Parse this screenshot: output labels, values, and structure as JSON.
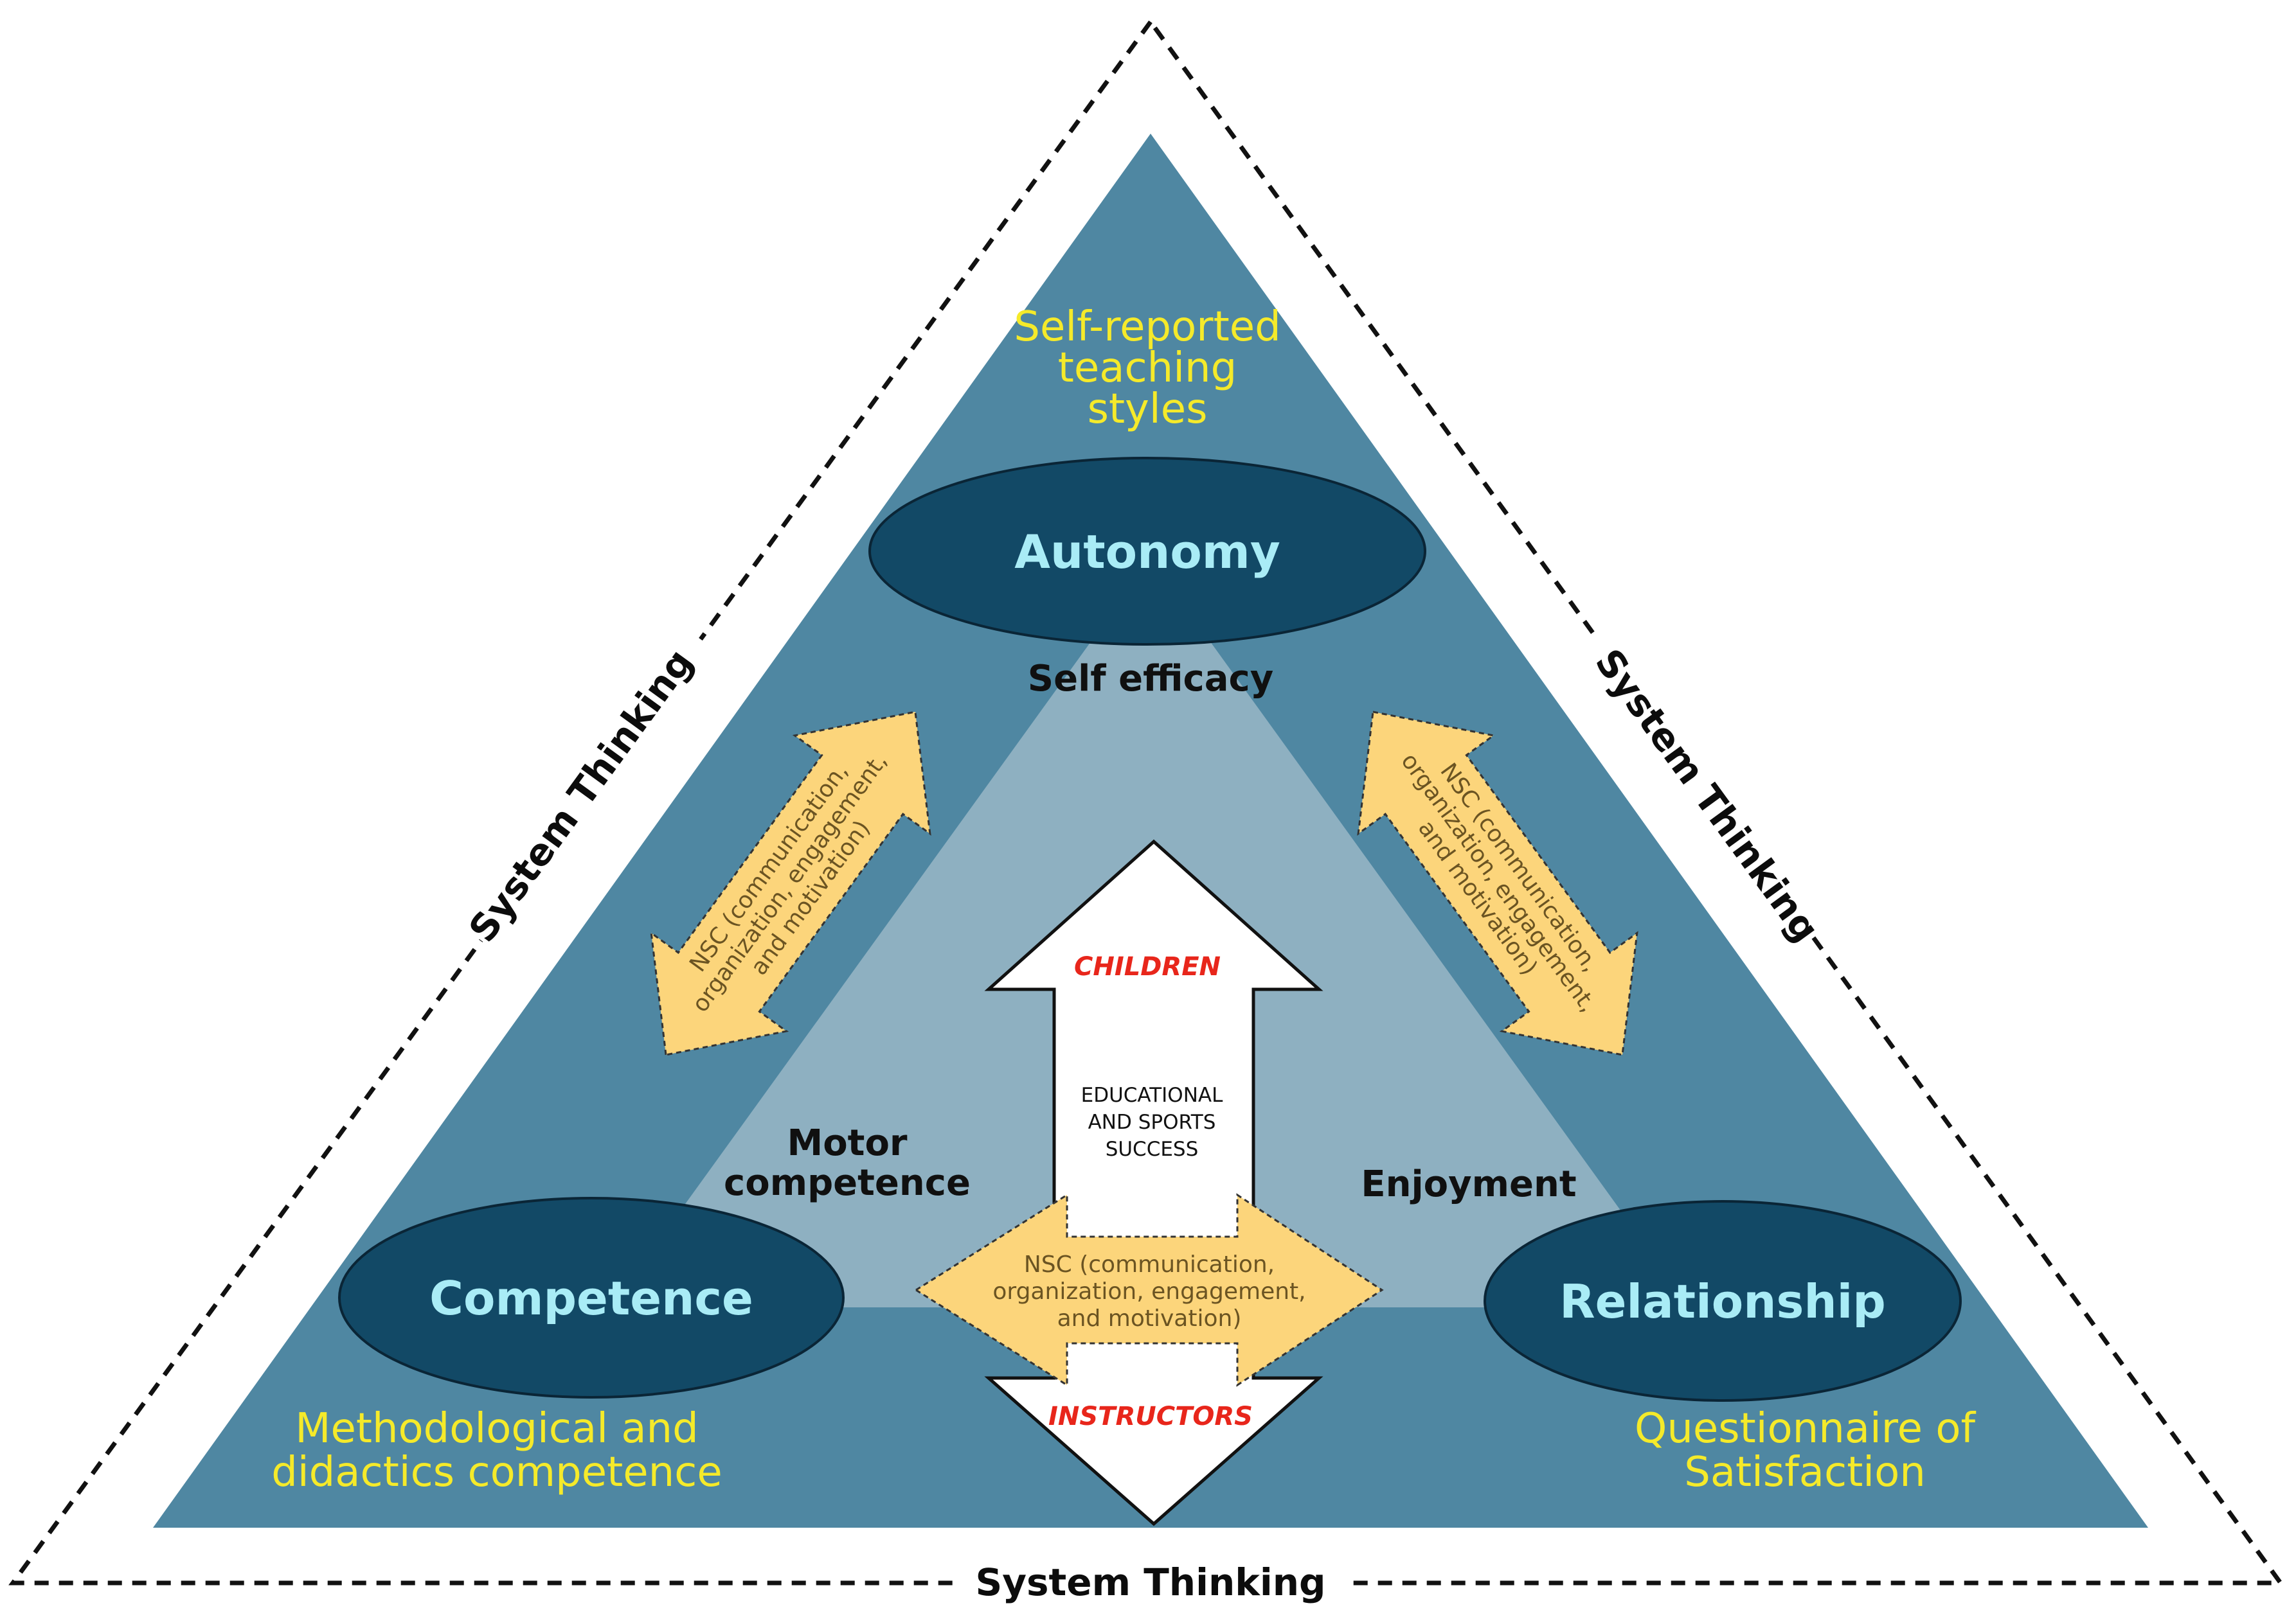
{
  "colors": {
    "outer_triangle": "#4f87a2",
    "inner_triangle": "#8eb0c1",
    "oval_fill": "#124966",
    "oval_text": "#a9ecf6",
    "measure_text": "#f5ea2a",
    "nsc_arrow": "#fcd57b",
    "role_text": "#e8261b"
  },
  "system_thinking": {
    "left": "System Thinking",
    "right": "System Thinking",
    "bottom": "System Thinking"
  },
  "needs": {
    "autonomy": "Autonomy",
    "competence": "Competence",
    "relationship": "Relationship"
  },
  "measures": {
    "autonomy": [
      "Self-reported",
      "teaching",
      "styles"
    ],
    "competence": [
      "Methodological and",
      "didactics competence"
    ],
    "relationship": [
      "Questionnaire of",
      "Satisfaction"
    ]
  },
  "outcomes": {
    "self_efficacy": "Self efficacy",
    "motor_competence": [
      "Motor",
      "competence"
    ],
    "enjoyment": "Enjoyment"
  },
  "nsc": [
    "NSC (communication,",
    "organization, engagement,",
    "and motivation)"
  ],
  "center_arrow": {
    "top_label": "CHILDREN",
    "middle_label": [
      "EDUCATIONAL",
      "AND SPORTS",
      "SUCCESS"
    ],
    "bottom_label": "INSTRUCTORS"
  }
}
